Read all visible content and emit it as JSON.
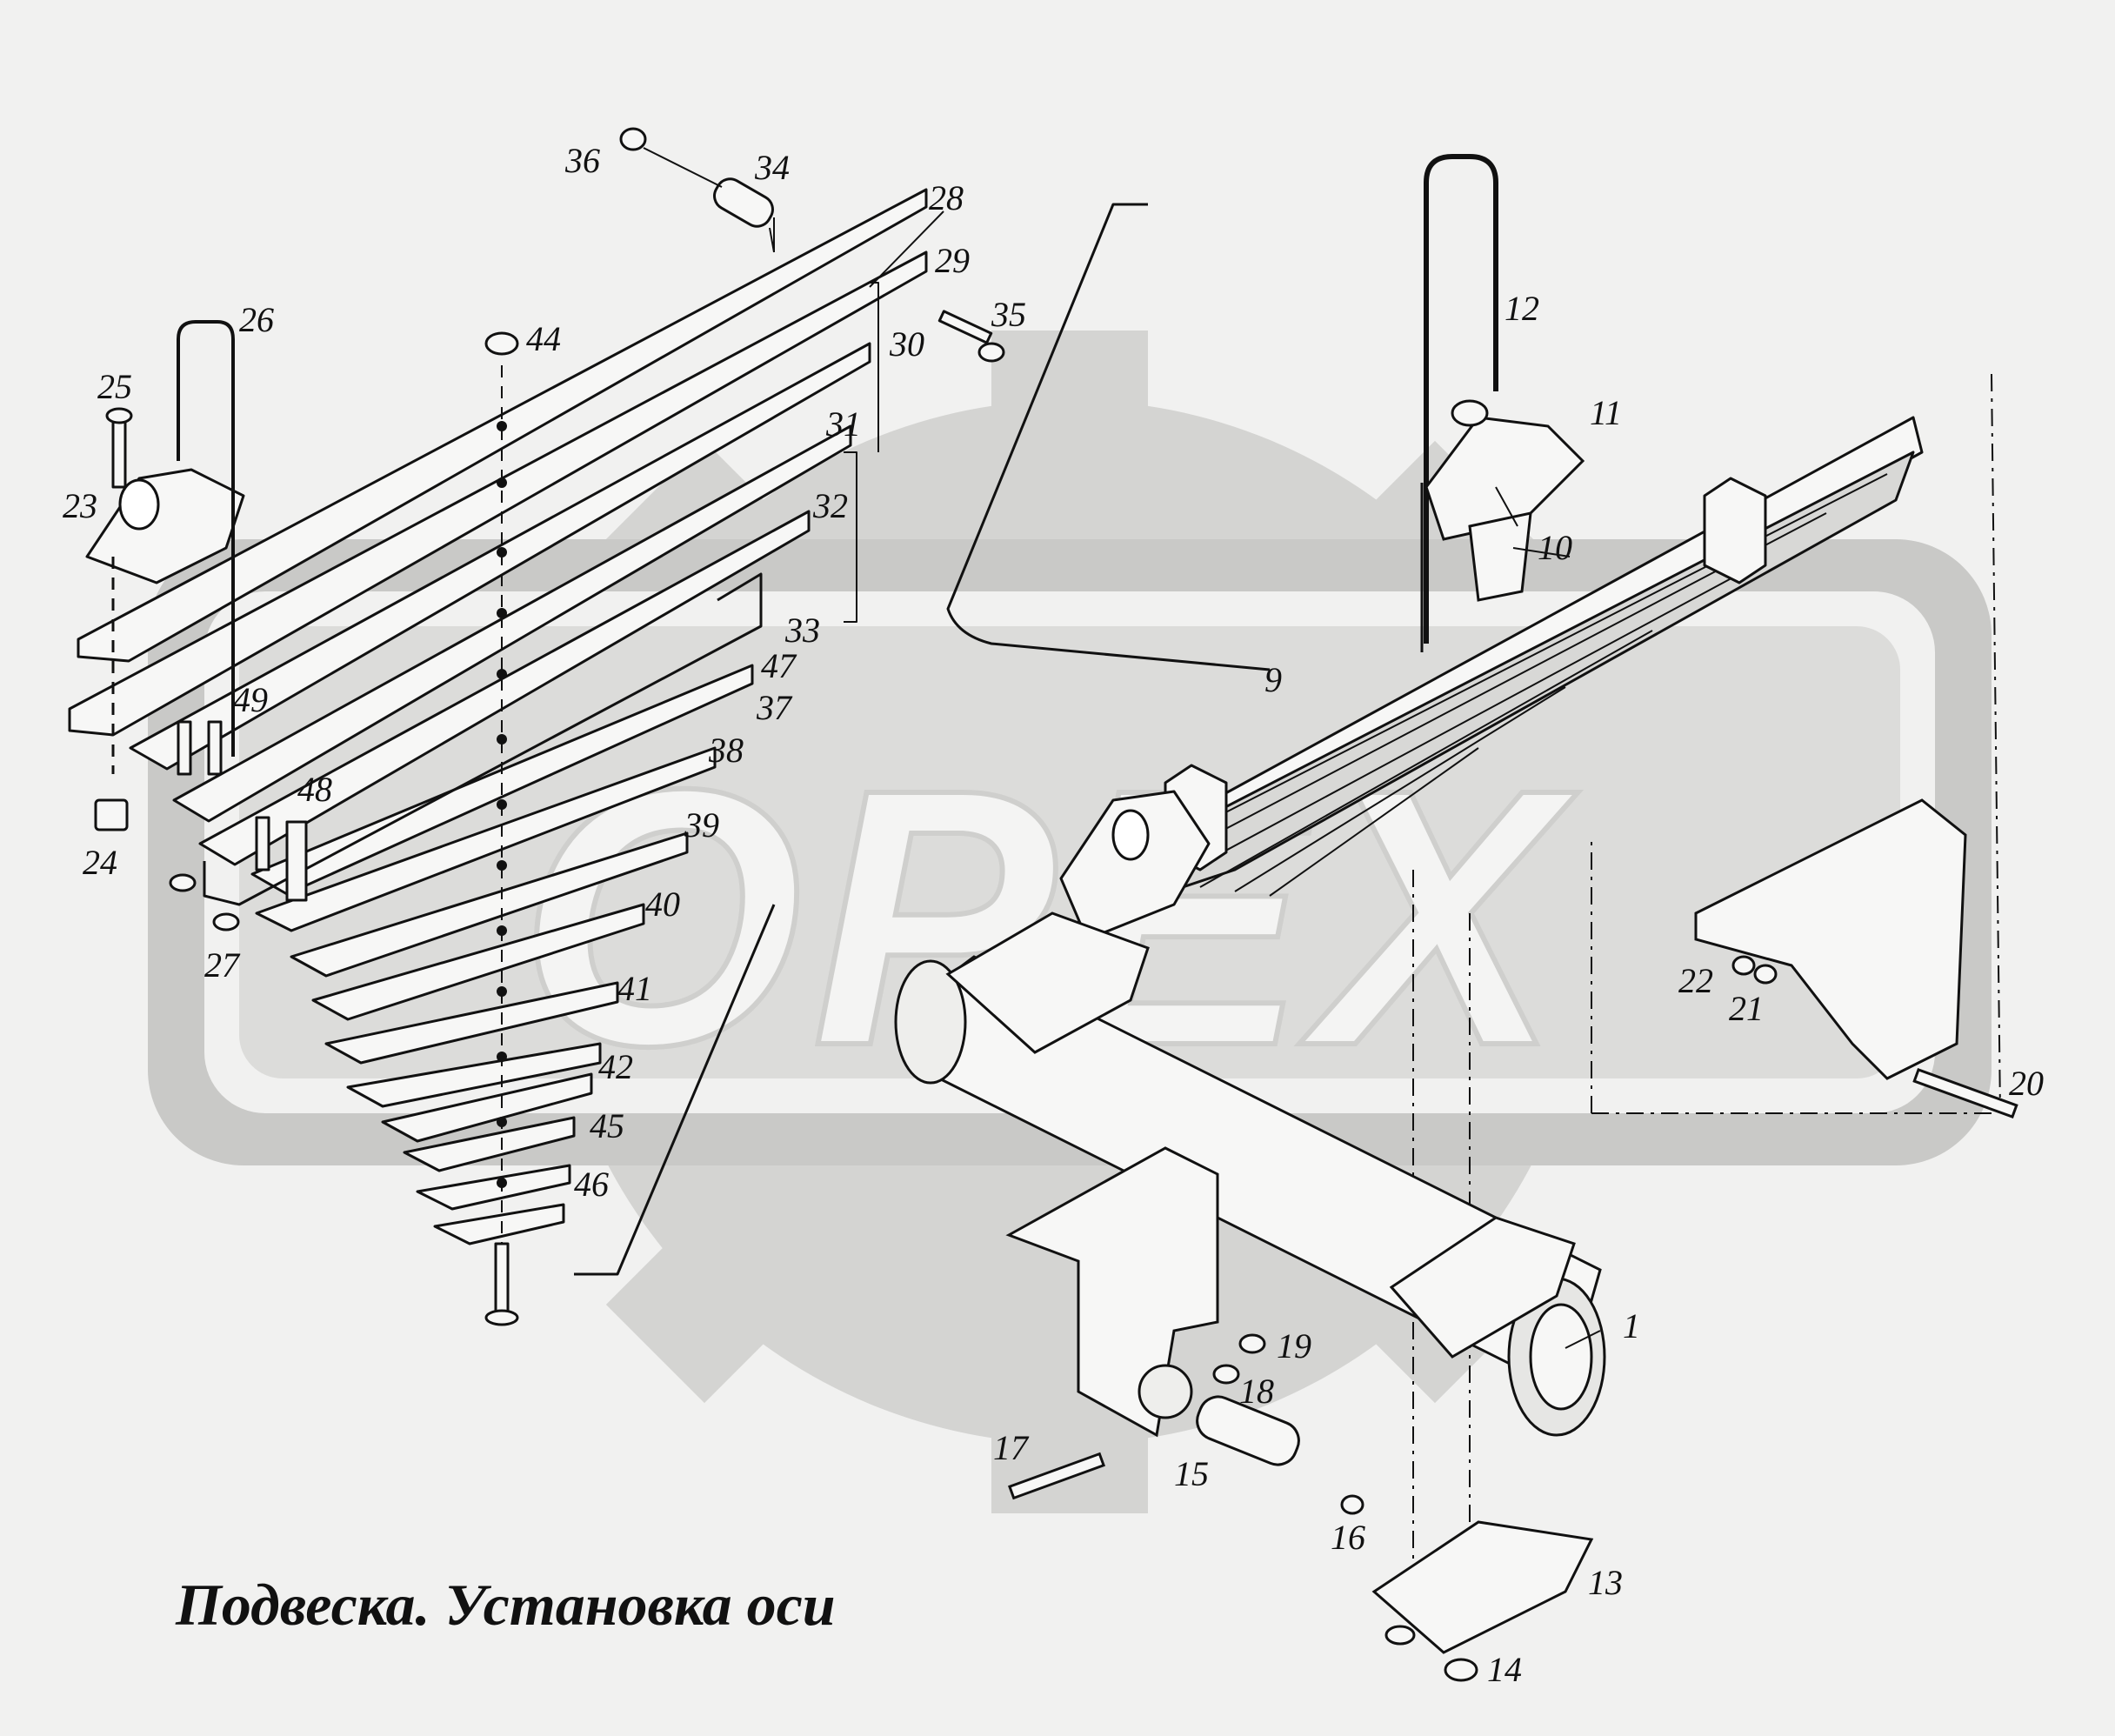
{
  "title": "Подвеска. Установка оси",
  "watermark": {
    "text": "ОРЕХ",
    "color": "#d4d4d2"
  },
  "colors": {
    "background": "#f1f1f0",
    "ink": "#111111",
    "watermark": "#d4d4d2"
  },
  "part_labels": {
    "p1": "1",
    "p9": "9",
    "p10": "10",
    "p11": "11",
    "p12": "12",
    "p13": "13",
    "p14": "14",
    "p15": "15",
    "p16": "16",
    "p17": "17",
    "p18": "18",
    "p19": "19",
    "p20": "20",
    "p21": "21",
    "p22": "22",
    "p23": "23",
    "p24": "24",
    "p25": "25",
    "p26": "26",
    "p27": "27",
    "p28": "28",
    "p29": "29",
    "p30": "30",
    "p31": "31",
    "p32": "32",
    "p33": "33",
    "p34": "34",
    "p35": "35",
    "p36": "36",
    "p37": "37",
    "p38": "38",
    "p39": "39",
    "p40": "40",
    "p41": "41",
    "p42": "42",
    "p44": "44",
    "p45": "45",
    "p46": "46",
    "p47": "47",
    "p48": "48",
    "p49": "49"
  }
}
